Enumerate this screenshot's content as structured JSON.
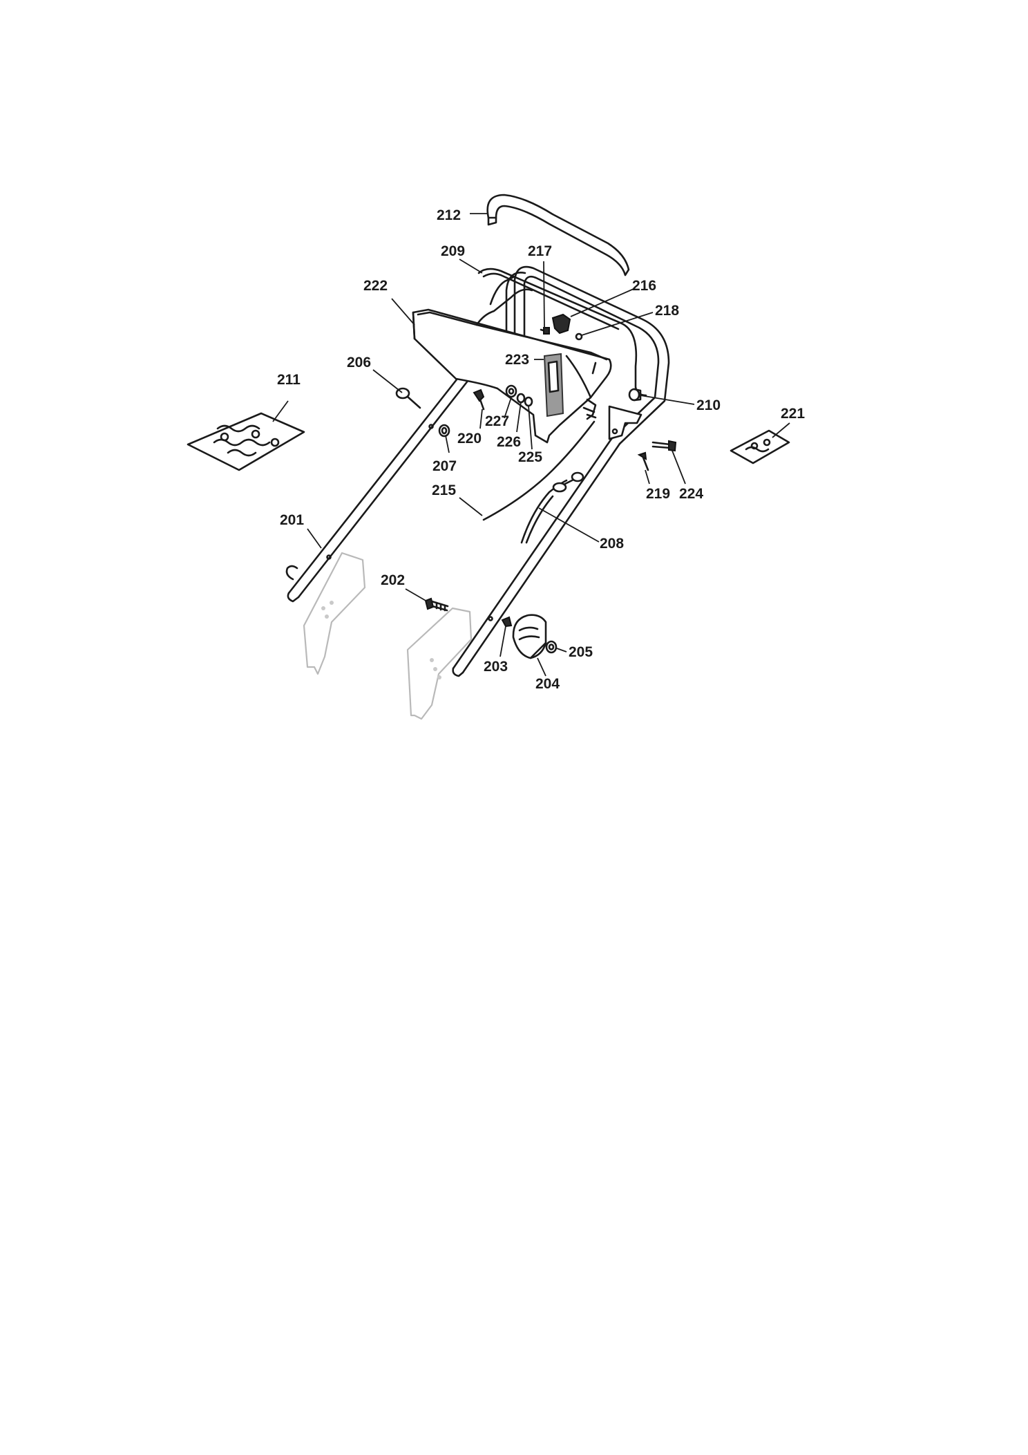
{
  "callouts": {
    "c201": "201",
    "c202": "202",
    "c203": "203",
    "c204": "204",
    "c205": "205",
    "c206": "206",
    "c207": "207",
    "c208": "208",
    "c209": "209",
    "c210": "210",
    "c211": "211",
    "c212": "212",
    "c215": "215",
    "c216": "216",
    "c217": "217",
    "c218": "218",
    "c219": "219",
    "c220": "220",
    "c221": "221",
    "c222": "222",
    "c223": "223",
    "c224": "224",
    "c225": "225",
    "c226": "226",
    "c227": "227"
  },
  "colors": {
    "line": "#1a1a1a",
    "ghost": "#b9b9b9",
    "background": "#ffffff"
  }
}
